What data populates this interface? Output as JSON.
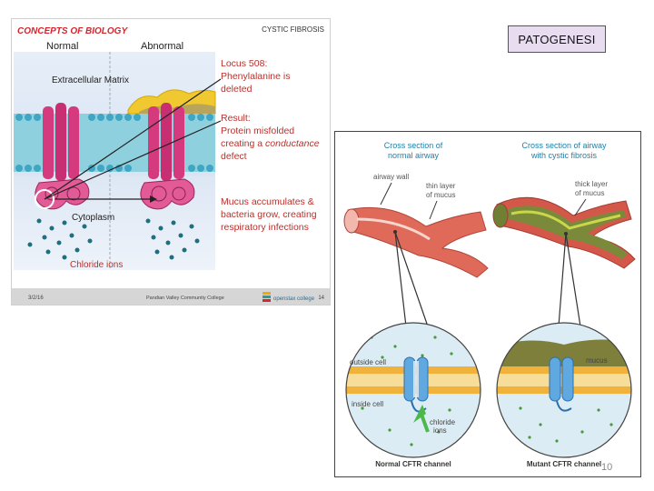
{
  "slide": {
    "title": "PATOGENESI",
    "page_number": "10"
  },
  "left_panel": {
    "header_left": "CONCEPTS OF BIOLOGY",
    "header_right": "CYSTIC FIBROSIS",
    "col_normal": "Normal",
    "col_abnormal": "Abnormal",
    "extracellular": "Extracellular Matrix",
    "cytoplasm": "Cytoplasm",
    "chloride": "Chloride ions",
    "locus_lines": [
      "Locus 508:",
      "Phenylalanine is",
      "deleted"
    ],
    "result_lines": [
      "Result:",
      "Protein misfolded",
      "creating a ",
      "conductance",
      "defect"
    ],
    "mucus_lines": [
      "Mucus accumulates &",
      "bacteria grow, creating",
      "respiratory infections"
    ],
    "footer_left": "3/2/16",
    "footer_mid": "Pandian Valley Community College",
    "footer_logo": "openstax college",
    "footer_page": "14",
    "colors": {
      "header": "#d4262e",
      "text": "#b7312c",
      "footer_bg": "#d6d6d6"
    }
  },
  "right_panel": {
    "normal_title": [
      "Cross section of",
      "normal airway"
    ],
    "cf_title": [
      "Cross section of airway",
      "with cystic fibrosis"
    ],
    "airway_wall": "airway wall",
    "thin_mucus": [
      "thin layer",
      "of mucus"
    ],
    "thick_mucus": [
      "thick layer",
      "of mucus"
    ],
    "outside_cell": "outside cell",
    "inside_cell": "inside cell",
    "chloride_ions": [
      "chloride",
      "ions"
    ],
    "mucus": "mucus",
    "normal_caption": "Normal CFTR channel",
    "mutant_caption": "Mutant CFTR channel",
    "colors": {
      "caption": "#333333",
      "title": "#1e7fa8",
      "label": "#555555"
    }
  }
}
